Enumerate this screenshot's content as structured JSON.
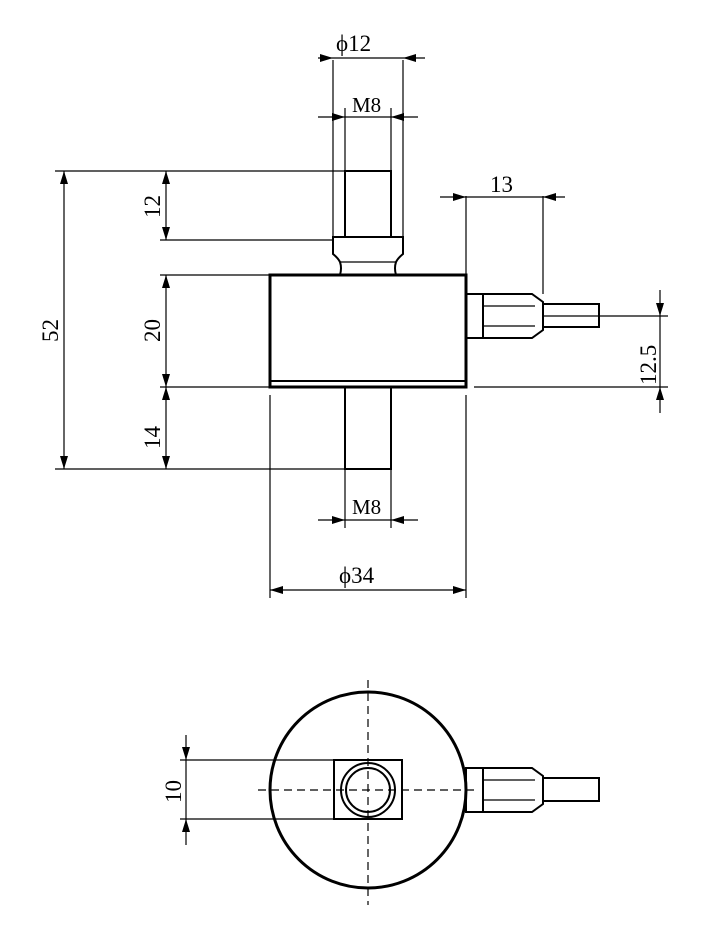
{
  "front_view": {
    "top_shaft_diameter": "ϕ12",
    "top_thread": "M8",
    "top_stud_height": "12",
    "overall_height": "52",
    "body_height": "20",
    "bottom_stud_height": "14",
    "bottom_thread": "M8",
    "body_diameter": "ϕ34",
    "connector_length": "13",
    "connector_offset": "12.5"
  },
  "bottom_view": {
    "hex_size": "10"
  }
}
